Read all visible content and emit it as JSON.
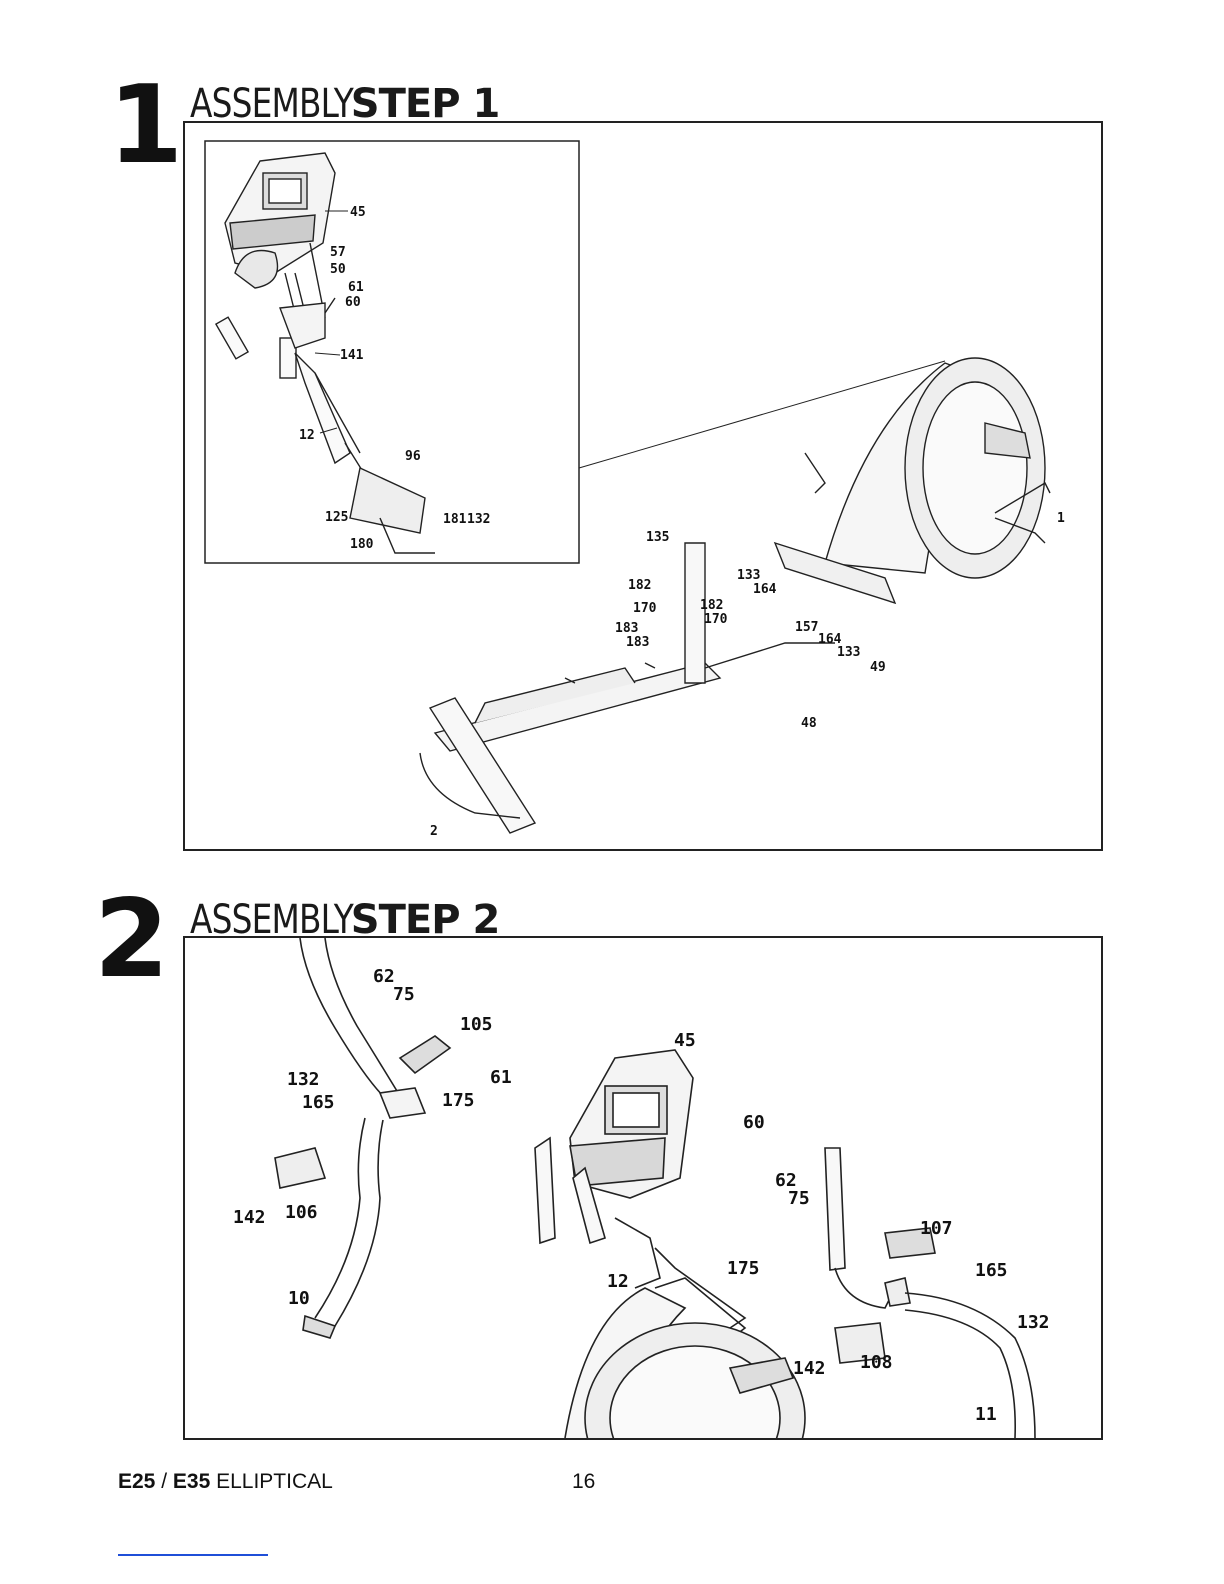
{
  "step1": {
    "number": "1",
    "title_light": "ASSEMBLY",
    "title_bold": "STEP 1",
    "callouts_inset": [
      "45",
      "57",
      "50",
      "61",
      "60",
      "141",
      "12",
      "96",
      "125",
      "181",
      "132",
      "180"
    ],
    "callouts_main": [
      "135",
      "182",
      "170",
      "183",
      "183",
      "182",
      "170",
      "133",
      "164",
      "157",
      "164",
      "133",
      "49",
      "48",
      "1",
      "2"
    ]
  },
  "step2": {
    "number": "2",
    "title_light": "ASSEMBLY",
    "title_bold": "STEP 2",
    "callouts": [
      "62",
      "75",
      "105",
      "132",
      "165",
      "175",
      "61",
      "45",
      "60",
      "142",
      "106",
      "10",
      "12",
      "62",
      "75",
      "175",
      "107",
      "165",
      "132",
      "142",
      "108",
      "11"
    ]
  },
  "footer": {
    "model_a": "E25",
    "separator": " / ",
    "model_b": "E35",
    "product": " ELLIPTICAL",
    "page_number": "16"
  }
}
